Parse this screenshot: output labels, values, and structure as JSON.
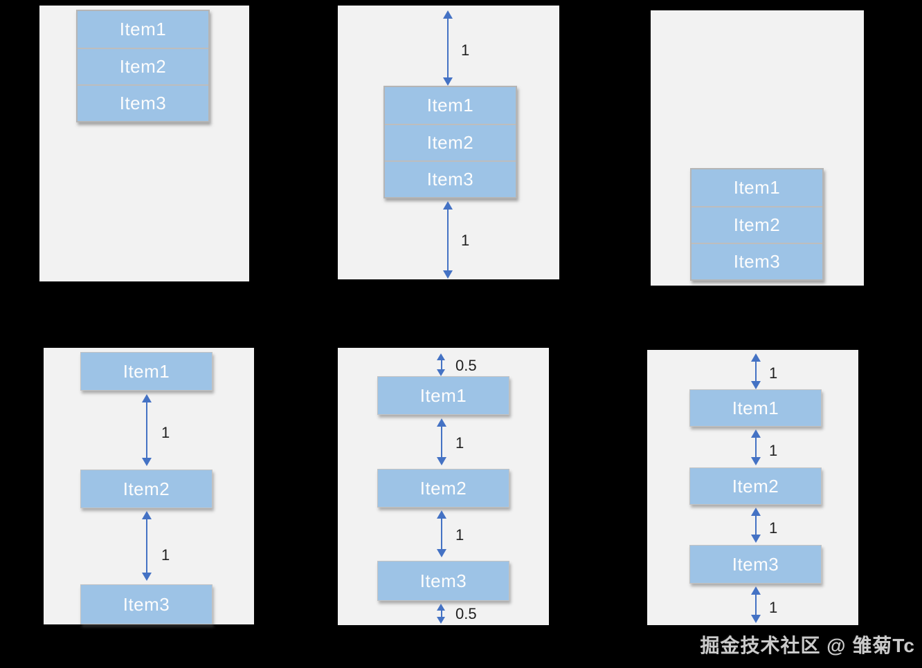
{
  "colors": {
    "bg": "#000000",
    "panel-bg": "#f2f2f2",
    "item-bg": "#9dc3e6",
    "item-border": "#b5b5b5",
    "item-divider": "#bdbdbd",
    "item-text": "#fdfdfd",
    "arrow": "#4472c4",
    "label-text": "#1f1f1f",
    "watermark-text": "#e2e2e2"
  },
  "panels": [
    {
      "items": [
        "Item1",
        "Item2",
        "Item3"
      ],
      "spacings": []
    },
    {
      "items": [
        "Item1",
        "Item2",
        "Item3"
      ],
      "spacings": [
        "1",
        "1"
      ]
    },
    {
      "items": [
        "Item1",
        "Item2",
        "Item3"
      ],
      "spacings": []
    },
    {
      "items": [
        "Item1",
        "Item2",
        "Item3"
      ],
      "spacings": [
        "1",
        "1"
      ]
    },
    {
      "items": [
        "Item1",
        "Item2",
        "Item3"
      ],
      "spacings": [
        "0.5",
        "1",
        "1",
        "0.5"
      ]
    },
    {
      "items": [
        "Item1",
        "Item2",
        "Item3"
      ],
      "spacings": [
        "1",
        "1",
        "1",
        "1"
      ]
    }
  ],
  "watermark": "掘金技术社区 @ 雏菊Tc"
}
